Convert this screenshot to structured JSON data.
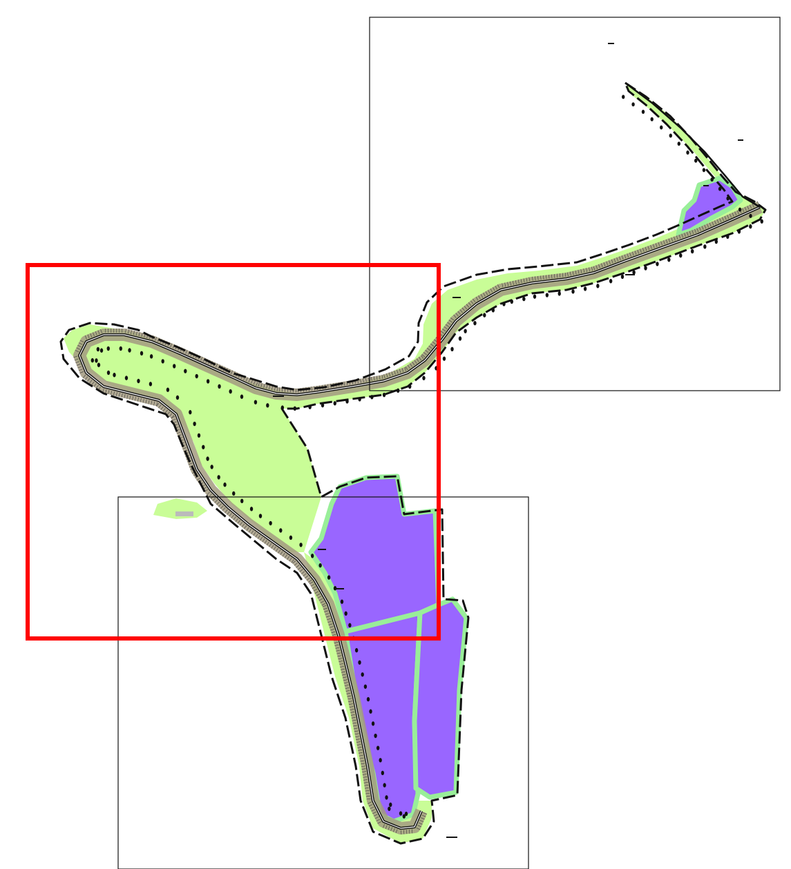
{
  "colors": {
    "background": "#ffffff",
    "land_fill": "#c9fd97",
    "purple_fill": "#9966ff",
    "purple_border": "#99ee99",
    "slope_fill": "#a39a80",
    "road": "#111111",
    "boundary": "#111111",
    "frame": "#111111",
    "selection": "#ff0000"
  },
  "legend": [],
  "sheets": [
    {
      "name": "sheet-frame-northeast"
    },
    {
      "name": "sheet-frame-south"
    },
    {
      "name": "selection-frame-red"
    }
  ]
}
